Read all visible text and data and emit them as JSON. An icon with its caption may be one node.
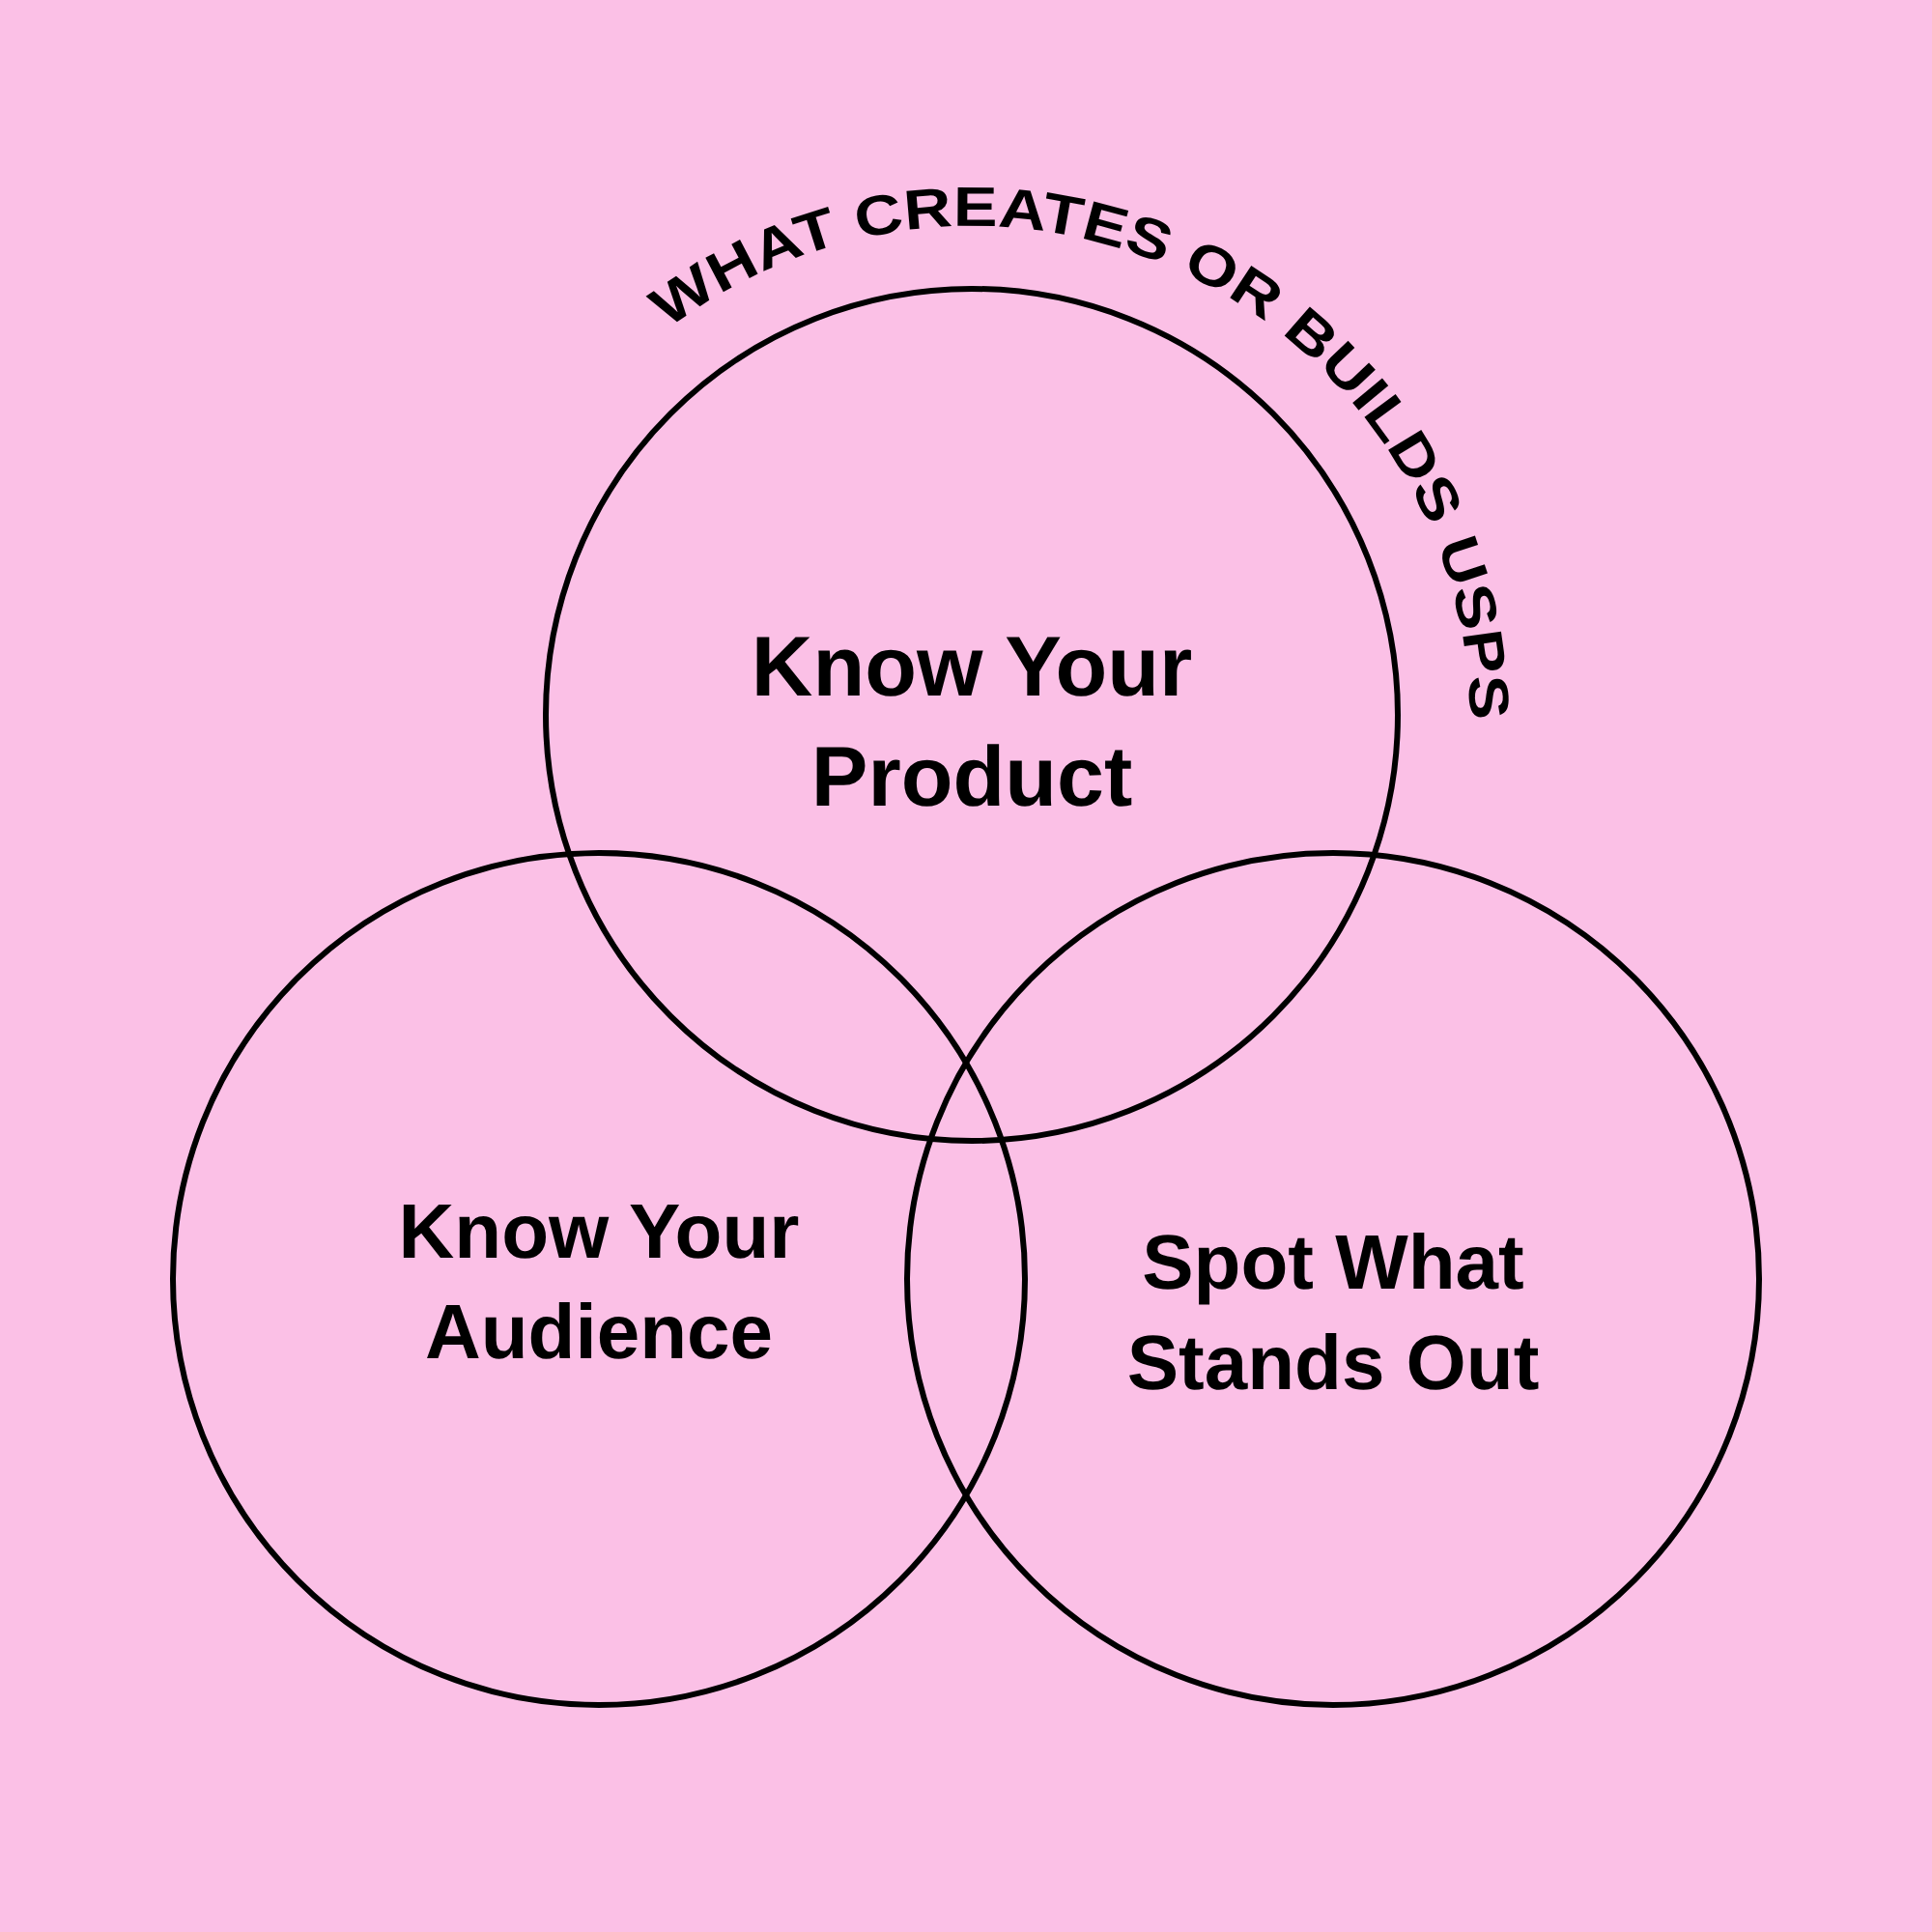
{
  "diagram": {
    "title": "WHAT CREATES OR BUILDS USPS",
    "nodes": [
      {
        "text": [
          "Know Your Product"
        ]
      },
      {
        "text": [
          "Know Your Audience"
        ]
      },
      {
        "text": [
          "Spot What Stands Out"
        ]
      }
    ]
  }
}
